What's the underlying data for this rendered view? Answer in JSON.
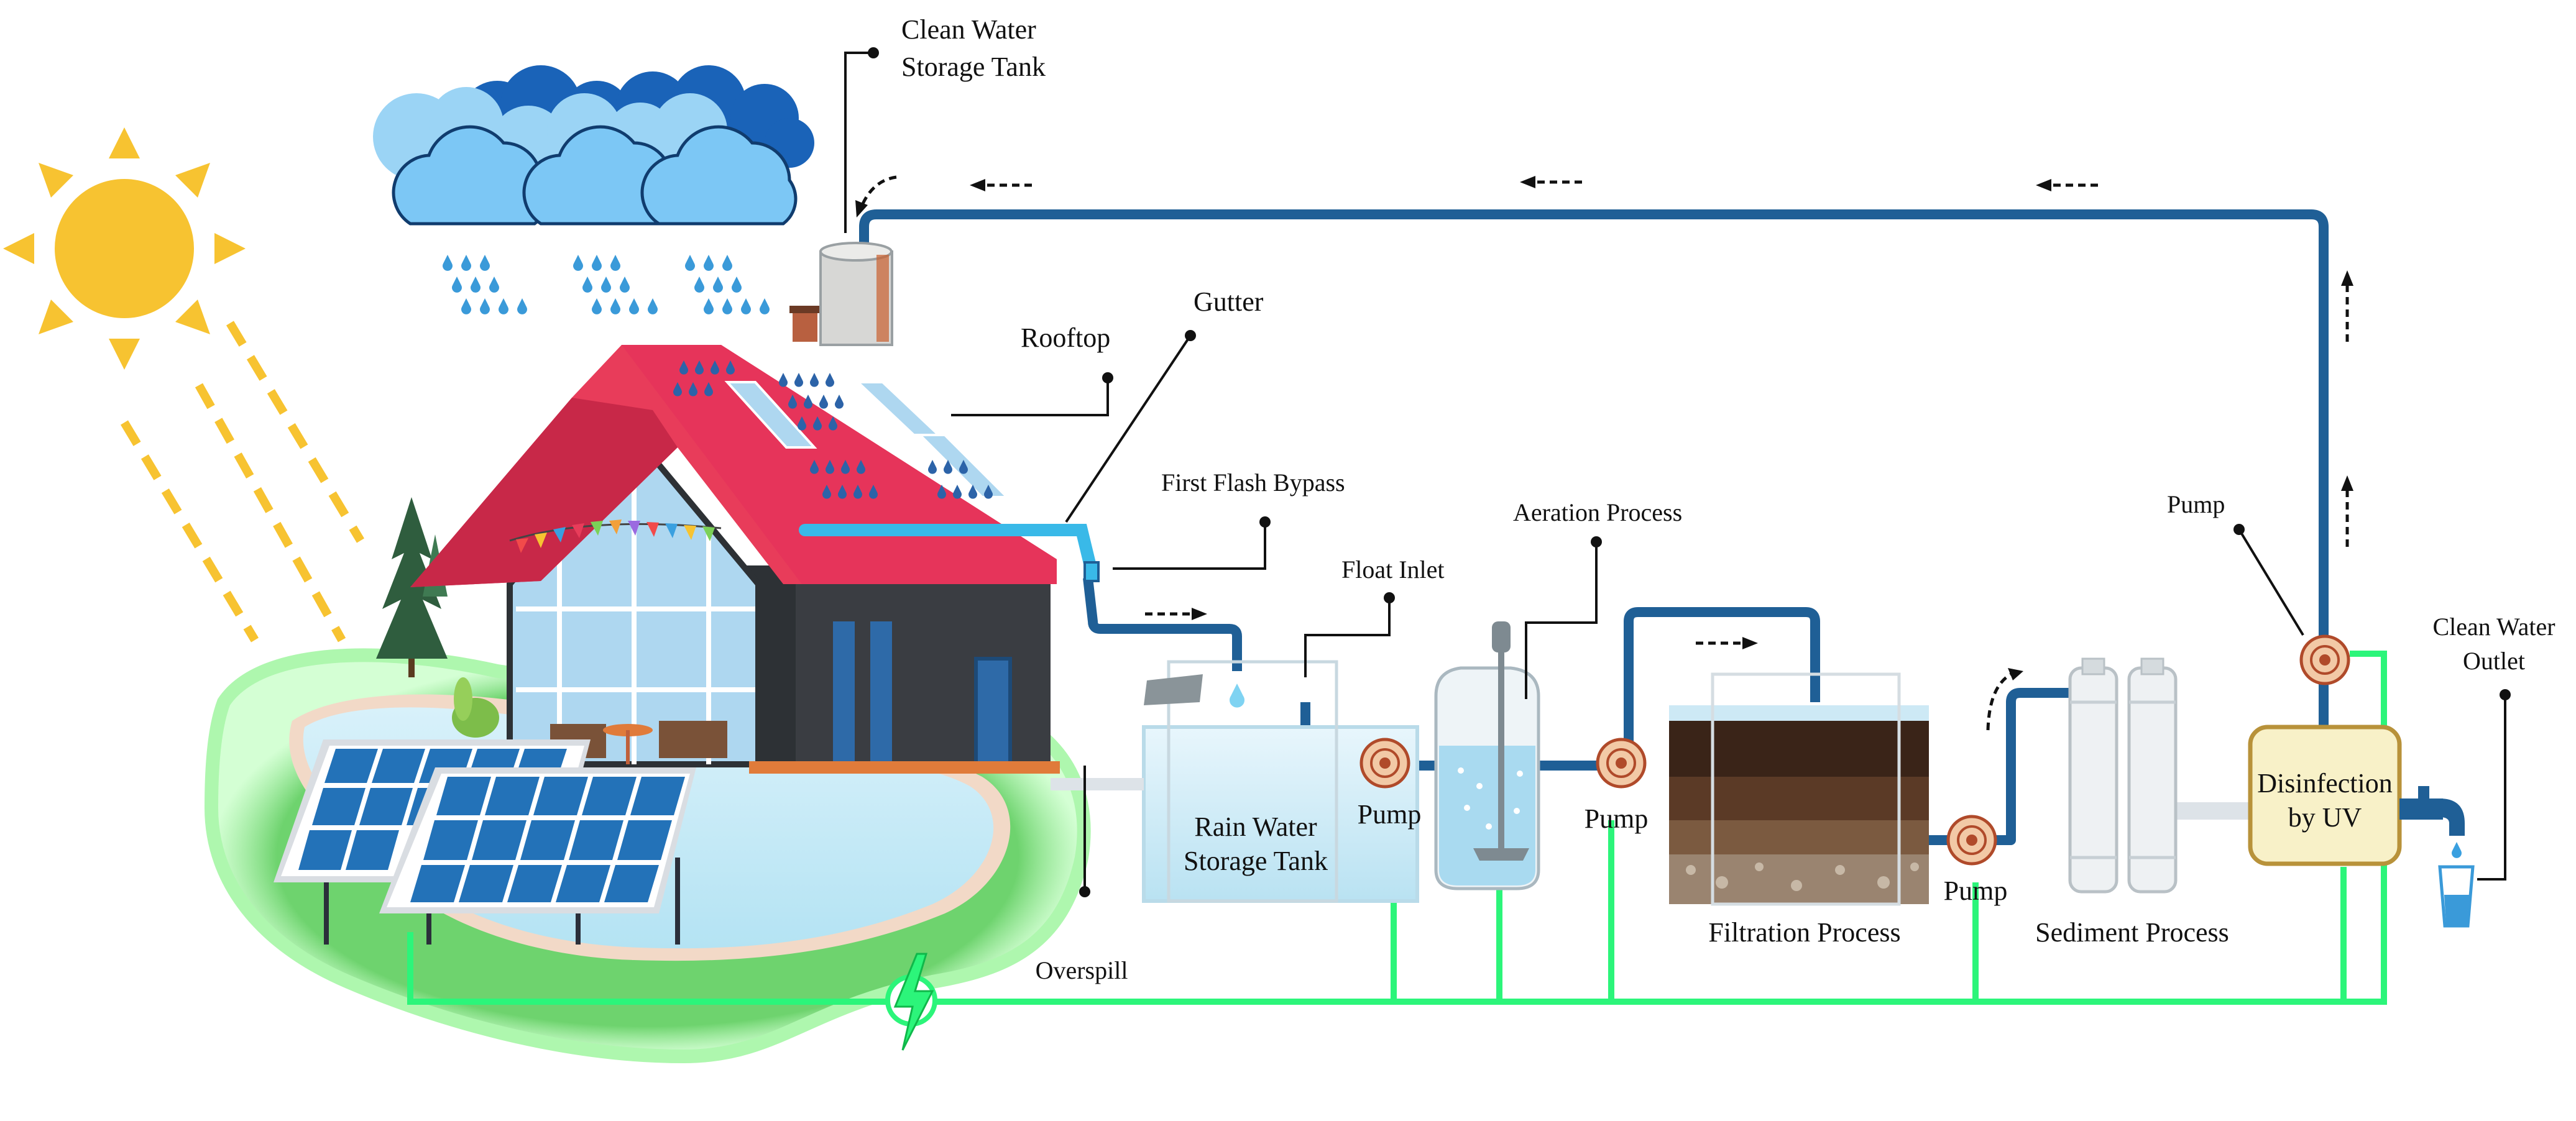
{
  "labels": {
    "clean_tank_line1": "Clean Water",
    "clean_tank_line2": "Storage Tank",
    "gutter": "Gutter",
    "rooftop": "Rooftop",
    "first_flash": "First Flash Bypass",
    "aeration": "Aeration Process",
    "float_inlet": "Float Inlet",
    "pump_top": "Pump",
    "clean_outlet_line1": "Clean Water",
    "clean_outlet_line2": "Outlet",
    "rain_tank_line1": "Rain Water",
    "rain_tank_line2": "Storage Tank",
    "pump1": "Pump",
    "pump2": "Pump",
    "pump3": "Pump",
    "filtration": "Filtration Process",
    "sediment": "Sediment Process",
    "uv_line1": "Disinfection",
    "uv_line2": "by UV",
    "overspill": "Overspill"
  },
  "colors": {
    "pipe": "#1f5f96",
    "power_line": "#2cf57a",
    "roof": "#e83c5a",
    "sun": "#f7c331",
    "uv_box": "#f8f1c8",
    "pump": "#f2c9a6"
  },
  "icons": [
    "sun-icon",
    "cloud-icon",
    "raindrop-icon",
    "solar-panel-icon",
    "lightning-icon",
    "pump-icon",
    "faucet-icon",
    "glass-icon",
    "tree-icon"
  ]
}
